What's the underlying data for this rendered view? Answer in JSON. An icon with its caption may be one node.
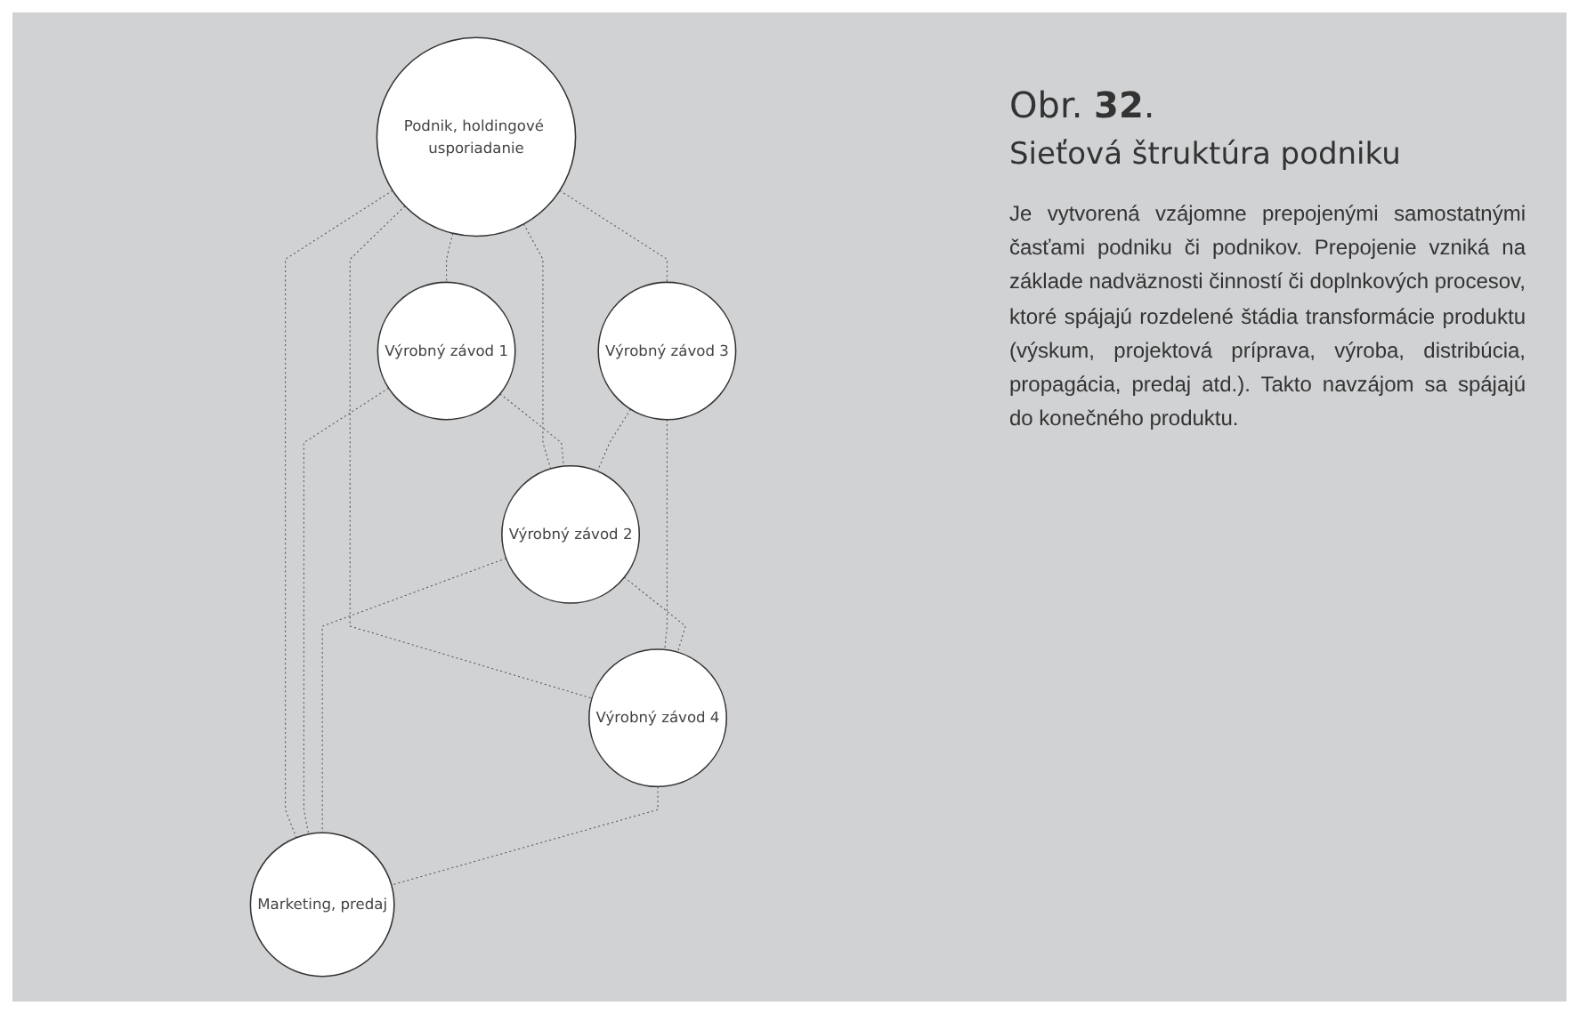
{
  "diagram": {
    "title": "Obr. **32**.",
    "nodes": [
      {
        "text": [
          "Podnik, holdingové usporiadanie"
        ]
      },
      {
        "text": [
          "Výrobný závod 1"
        ]
      },
      {
        "text": [
          "Výrobný závod 3"
        ]
      },
      {
        "text": [
          "Výrobný závod 2"
        ]
      },
      {
        "text": [
          "Výrobný závod 4"
        ]
      },
      {
        "text": [
          "Marketing, predaj"
        ]
      }
    ],
    "edges": [
      {
        "from": 0,
        "to": 1,
        "arrow": "none",
        "style": "dashed"
      },
      {
        "from": 0,
        "to": 2,
        "arrow": "none",
        "style": "dashed"
      },
      {
        "from": 0,
        "to": 3,
        "arrow": "none",
        "style": "dashed"
      },
      {
        "from": 0,
        "to": 5,
        "arrow": "none",
        "style": "dashed"
      },
      {
        "from": 0,
        "to": 4,
        "arrow": "none",
        "style": "dashed"
      },
      {
        "from": 1,
        "to": 3,
        "arrow": "none",
        "style": "dashed"
      },
      {
        "from": 1,
        "to": 5,
        "arrow": "none",
        "style": "dashed"
      },
      {
        "from": 2,
        "to": 3,
        "arrow": "none",
        "style": "dashed"
      },
      {
        "from": 2,
        "to": 4,
        "arrow": "none",
        "style": "dashed"
      },
      {
        "from": 3,
        "to": 4,
        "arrow": "none",
        "style": "dashed"
      },
      {
        "from": 3,
        "to": 5,
        "arrow": "none",
        "style": "dashed"
      },
      {
        "from": 4,
        "to": 5,
        "arrow": "none",
        "style": "dashed"
      }
    ],
    "labels": [
      "Sieťová štruktúra podniku",
      "Je vytvorená vzájomne prepojenými samostatnými časťami podniku či podnikov. Prepojenie vzniká na základe nadväznosti činností či doplnkových procesov, ktoré spájajú rozdelené štádia transformácie produktu (výskum, projektová príprava, výroba, distribúcia, propagácia, predaj atd.). Takto navzájom sa spájajú do konečného produktu."
    ]
  }
}
